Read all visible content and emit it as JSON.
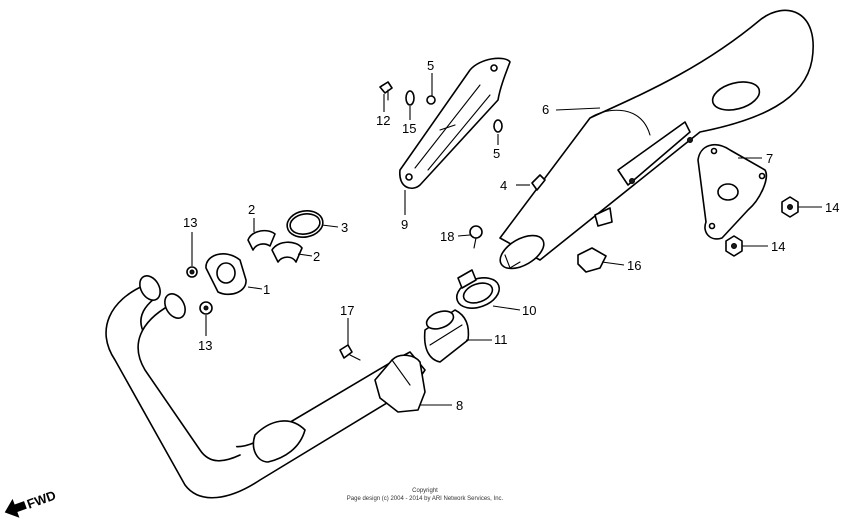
{
  "callouts": [
    "1",
    "2",
    "2",
    "3",
    "4",
    "5",
    "5",
    "6",
    "7",
    "8",
    "9",
    "10",
    "11",
    "12",
    "13",
    "13",
    "14",
    "14",
    "15",
    "16",
    "17",
    "18"
  ],
  "fwd_label": "FWD",
  "copyright": {
    "line1": "Copyright",
    "line2": "Page design (c) 2004 - 2014 by ARI Network Services, Inc."
  }
}
